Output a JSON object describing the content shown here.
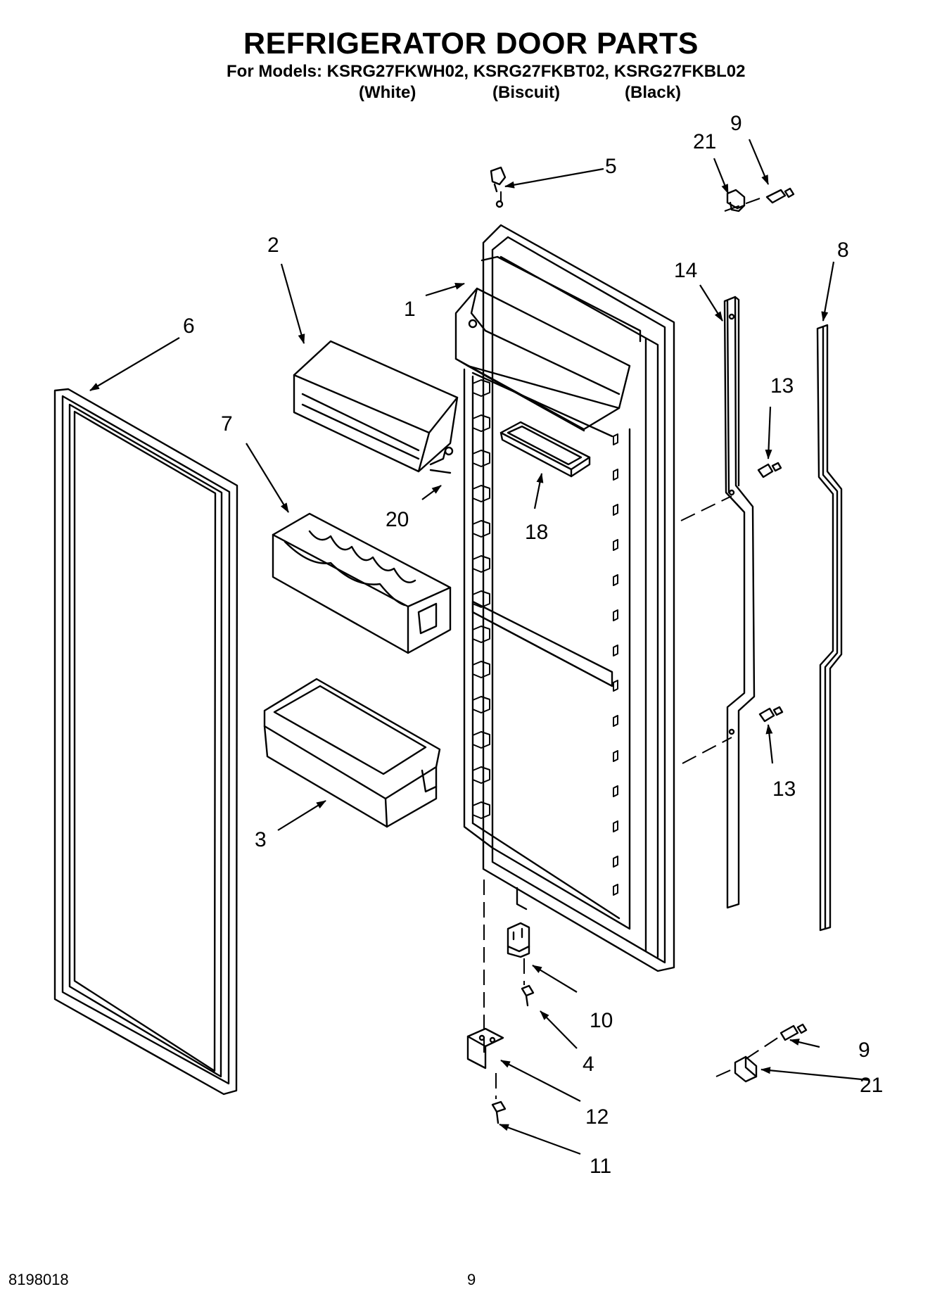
{
  "header": {
    "title": "REFRIGERATOR DOOR PARTS",
    "models": "For Models: KSRG27FKWH02, KSRG27FKBT02, KSRG27FKBL02",
    "colors": [
      "(White)",
      "(Biscuit)",
      "(Black)"
    ]
  },
  "callouts": {
    "c1": "1",
    "c2": "2",
    "c3": "3",
    "c4": "4",
    "c5": "5",
    "c6": "6",
    "c7": "7",
    "c8": "8",
    "c9_top": "9",
    "c9_bottom": "9",
    "c10": "10",
    "c11": "11",
    "c12": "12",
    "c13_top": "13",
    "c13_bottom": "13",
    "c14": "14",
    "c18": "18",
    "c20": "20",
    "c21_top": "21",
    "c21_bottom": "21"
  },
  "footer": {
    "doc_number": "8198018",
    "page_number": "9"
  }
}
